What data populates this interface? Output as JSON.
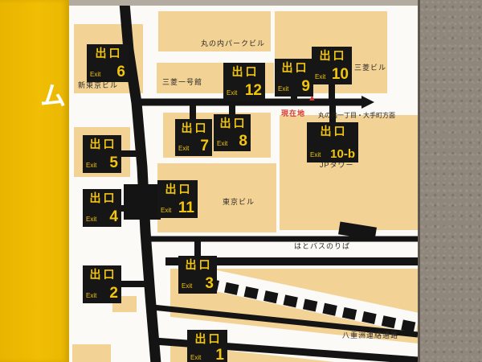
{
  "signboard": {
    "left_panel_text": "ム"
  },
  "map": {
    "exit_label_jp": "出口",
    "exit_label_en": "Exit",
    "exits": [
      {
        "number": "6"
      },
      {
        "number": "12"
      },
      {
        "number": "9"
      },
      {
        "number": "10"
      },
      {
        "number": "7"
      },
      {
        "number": "8"
      },
      {
        "number": "10-b"
      },
      {
        "number": "5"
      },
      {
        "number": "11"
      },
      {
        "number": "4"
      },
      {
        "number": "3"
      },
      {
        "number": "2"
      },
      {
        "number": "1"
      }
    ],
    "places": {
      "marunouchi_park_bldg": "丸の内パークビル",
      "mitsubishi_ichigokan": "三菱一号館",
      "mitsubishi_bldg": "三菱ビル",
      "shin_tokyo_bldg": "新東京ビル",
      "jp_tower": "JPタワー",
      "tokyo_bldg": "東京ビル",
      "hato_bus_stop": "はとバスのりば",
      "yaesu_passage": "八重洲連絡通路"
    },
    "current_location": {
      "label": "現在地",
      "marker": "▲"
    },
    "direction_note": "丸の内一丁目・大手町方面",
    "colors": {
      "panel_yellow": "#edb902",
      "sign_text_yellow": "#f3c50c",
      "block_tan": "#f2d295",
      "street_black": "#141414",
      "marker_red": "#d8372b"
    }
  }
}
